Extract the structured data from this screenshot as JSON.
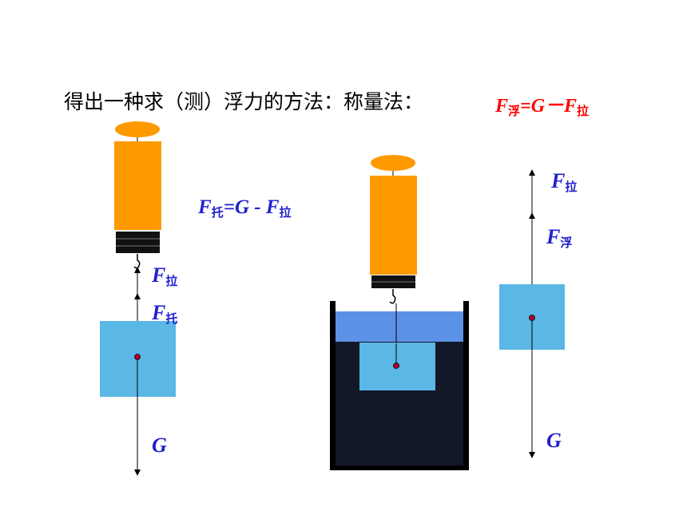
{
  "title": {
    "text": "得出一种求（测）浮力的方法：称量法：",
    "formula": {
      "F": "F",
      "sub1": "浮",
      "mid": "=G－F",
      "sub2": "拉"
    }
  },
  "formula_tuo": {
    "F": "F",
    "sub1": "托",
    "mid": "=G - F",
    "sub2": "拉"
  },
  "labels": {
    "F": "F",
    "G": "G",
    "sub_la": "拉",
    "sub_tuo": "托",
    "sub_fu": "浮"
  },
  "colors": {
    "scale_body": "#ff9900",
    "block": "#5bb7e5",
    "water": "#5b92e5",
    "tank_dark": "#121828",
    "force_label": "#1f1fcf",
    "formula_red": "#ff0000",
    "dot": "#b0002a"
  }
}
